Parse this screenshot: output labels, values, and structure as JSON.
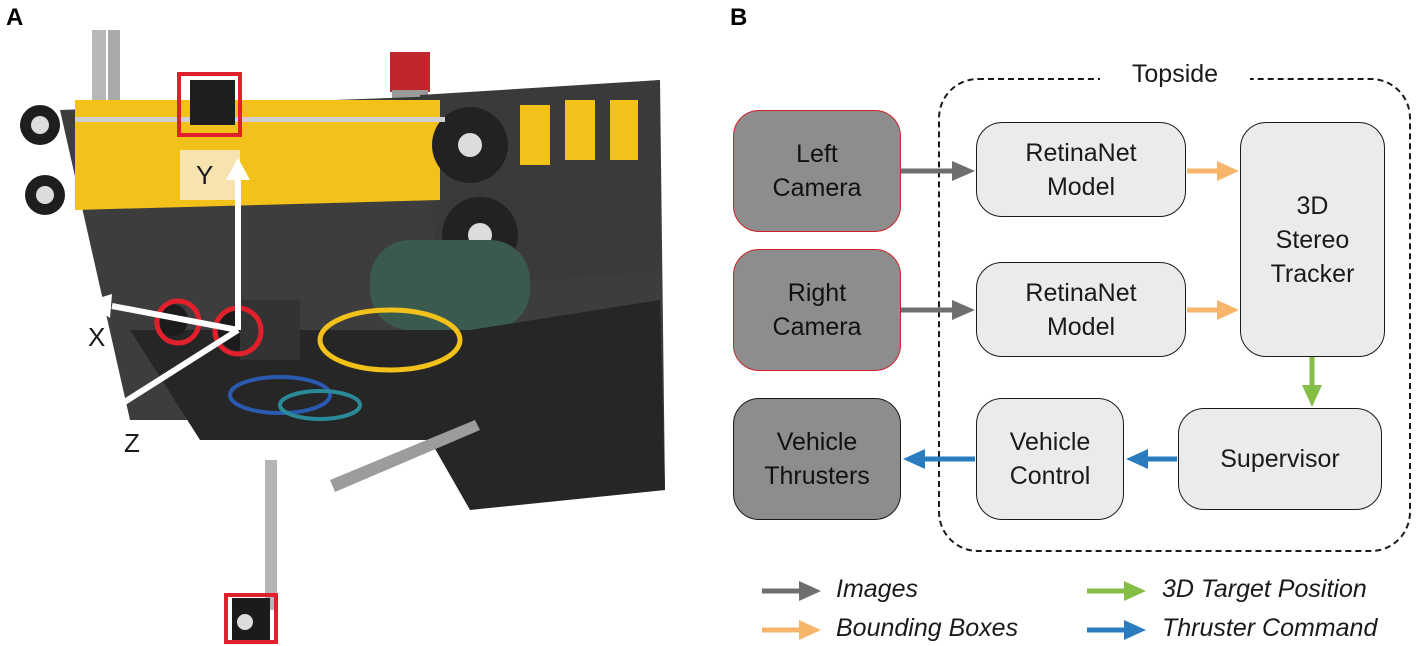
{
  "panel_a": {
    "letter": "A",
    "axis_labels": {
      "x": "X",
      "y": "Y",
      "z": "Z"
    }
  },
  "panel_b": {
    "letter": "B",
    "topside_label": "Topside",
    "boxes": {
      "left_camera": "Left\nCamera",
      "right_camera": "Right\nCamera",
      "retinanet_top": "RetinaNet\nModel",
      "retinanet_bottom": "RetinaNet\nModel",
      "stereo_tracker": "3D\nStereo\nTracker",
      "supervisor": "Supervisor",
      "vehicle_control": "Vehicle\nControl",
      "vehicle_thrusters": "Vehicle\nThrusters"
    },
    "legend": {
      "images": "Images",
      "bounding_boxes": "Bounding Boxes",
      "target_position": "3D Target Position",
      "thruster_command": "Thruster Command"
    },
    "colors": {
      "images": "#6e6e6e",
      "bounding_boxes": "#f7b56b",
      "target_position": "#86bd45",
      "thruster_command": "#2b7bbf",
      "camera_border": "#d0202a",
      "highlight": "#e0202a"
    }
  }
}
